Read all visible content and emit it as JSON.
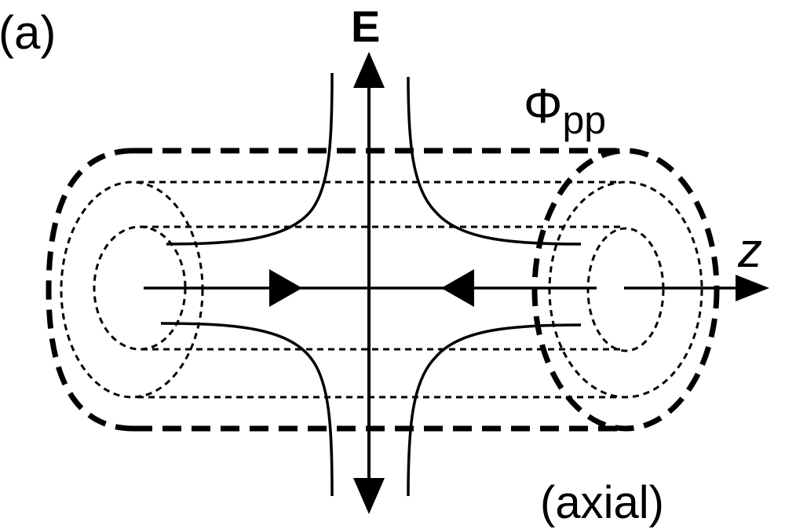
{
  "panel_label": "(a)",
  "field_label": "E",
  "phi_symbol": "Φ",
  "phi_subscript": "pp",
  "axis_label": "z",
  "mode_label": "(axial)",
  "colors": {
    "ink": "#000000",
    "background": "#ffffff"
  }
}
